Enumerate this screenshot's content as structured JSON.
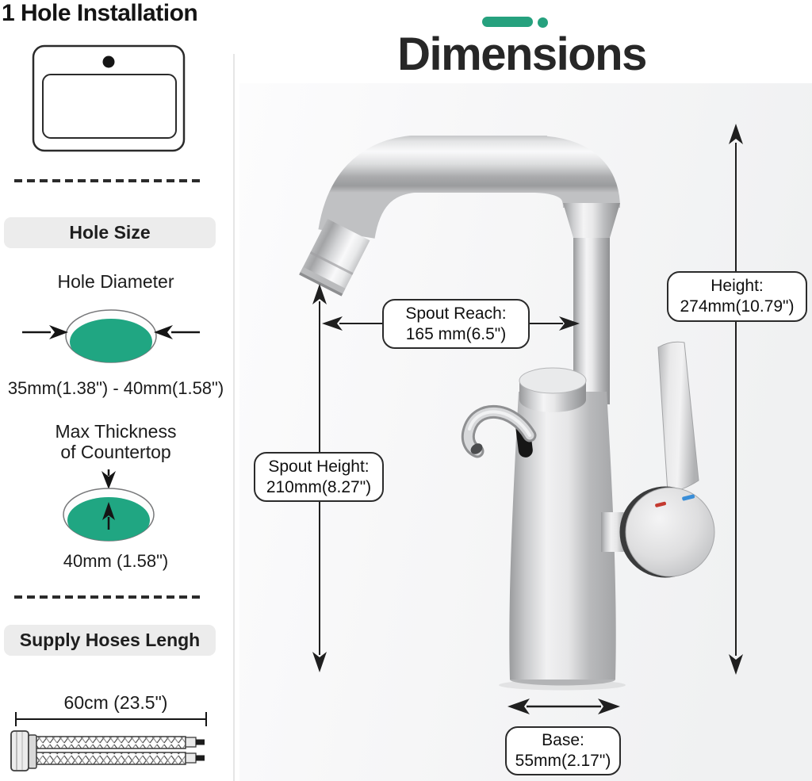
{
  "colors": {
    "accent_green": "#26a17e",
    "hole_green": "#20a682",
    "indicator_red": "#c43a30",
    "indicator_blue": "#3a8ed8"
  },
  "installation": {
    "title": "1 Hole Installation",
    "hole_size_header": "Hole Size",
    "hole_diameter": {
      "label": "Hole Diameter",
      "value": "35mm(1.38\") - 40mm(1.58\")"
    },
    "max_thickness": {
      "label_line1": "Max Thickness",
      "label_line2": "of Countertop",
      "value": "40mm (1.58\")"
    },
    "supply_hoses": {
      "header": "Supply Hoses Lengh",
      "value": "60cm (23.5\")"
    }
  },
  "dimensions": {
    "title": "Dimensions",
    "spout_reach": {
      "label": "Spout Reach:",
      "value": "165 mm(6.5\")"
    },
    "height": {
      "label": "Height:",
      "value": "274mm(10.79\")"
    },
    "spout_height": {
      "label": "Spout Height:",
      "value": "210mm(8.27\")"
    },
    "base": {
      "label": "Base:",
      "value": "55mm(2.17\")"
    }
  }
}
